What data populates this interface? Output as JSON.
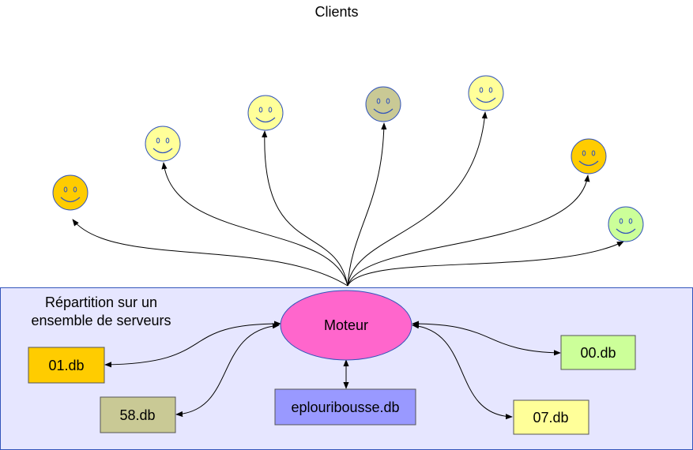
{
  "title": "Clients",
  "region_label": {
    "line1": "Répartition sur un",
    "line2": "ensemble de serveurs"
  },
  "engine": {
    "label": "Moteur",
    "color": "#ff66cc"
  },
  "region_color": "#e6e6ff",
  "databases": [
    {
      "id": "db01",
      "label": "01.db",
      "color": "#ffcc00"
    },
    {
      "id": "db58",
      "label": "58.db",
      "color": "#c9c995"
    },
    {
      "id": "dbmain",
      "label": "eplouribousse.db",
      "color": "#9999ff"
    },
    {
      "id": "db00",
      "label": "00.db",
      "color": "#ccff99"
    },
    {
      "id": "db07",
      "label": "07.db",
      "color": "#ffff99"
    }
  ],
  "clients": [
    {
      "icon": "smiley-face-icon",
      "color": "#ffcc00"
    },
    {
      "icon": "smiley-face-icon",
      "color": "#ffff99"
    },
    {
      "icon": "smiley-face-icon",
      "color": "#ffff99"
    },
    {
      "icon": "smiley-face-icon",
      "color": "#c9c995"
    },
    {
      "icon": "smiley-face-icon",
      "color": "#ffff99"
    },
    {
      "icon": "smiley-face-icon",
      "color": "#ffcc00"
    },
    {
      "icon": "smiley-face-icon",
      "color": "#ccff99"
    }
  ]
}
